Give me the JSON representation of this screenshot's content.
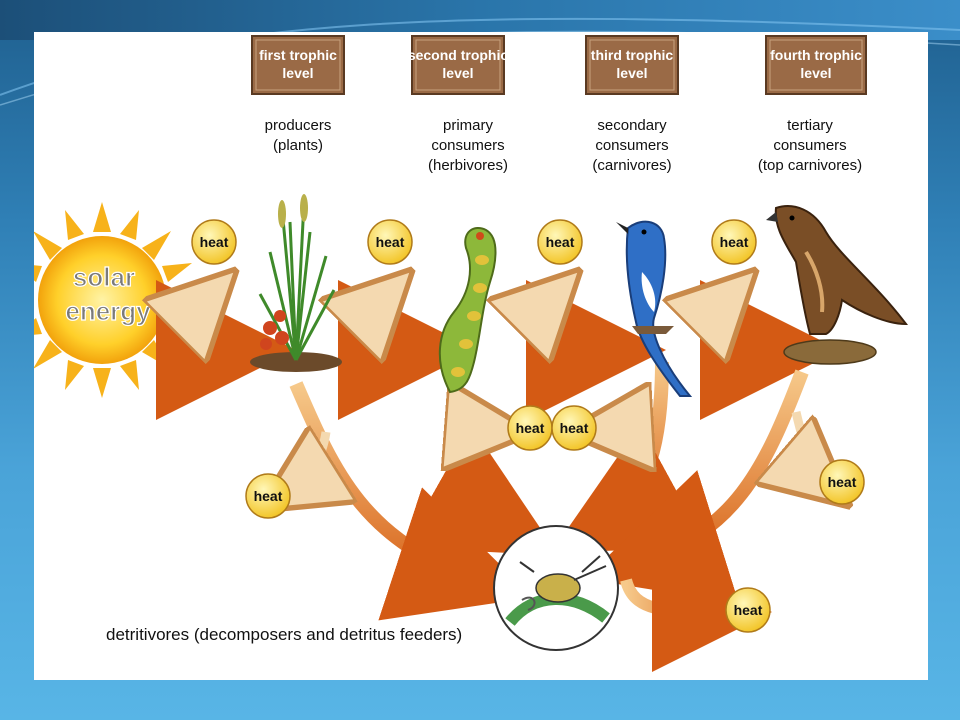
{
  "levels": [
    {
      "box_line1": "first trophic",
      "box_line2": "level",
      "caption": [
        "producers",
        "(plants)"
      ]
    },
    {
      "box_line1": "second trophic",
      "box_line2": "level",
      "caption": [
        "primary",
        "consumers",
        "(herbivores)"
      ]
    },
    {
      "box_line1": "third trophic",
      "box_line2": "level",
      "caption": [
        "secondary",
        "consumers",
        "(carnivores)"
      ]
    },
    {
      "box_line1": "fourth trophic",
      "box_line2": "level",
      "caption": [
        "tertiary",
        "consumers",
        "(top carnivores)"
      ]
    }
  ],
  "solar": {
    "line1": "solar",
    "line2": "energy"
  },
  "heat_label": "heat",
  "detritivores_label": "detritivores (decomposers and detritus feeders)",
  "colors": {
    "box": "#9a6a46",
    "arrow_orange": "#e07a1f",
    "arrow_light": "#f2c27a",
    "heat_fill": "#ffe36b",
    "sun": "#ffcf2a",
    "background_top": "#1f5f8e",
    "background_bottom": "#58b5e6"
  },
  "icons": [
    "sun-icon",
    "plant-icon",
    "caterpillar-icon",
    "bluebird-icon",
    "hawk-icon",
    "decomposer-icon"
  ]
}
